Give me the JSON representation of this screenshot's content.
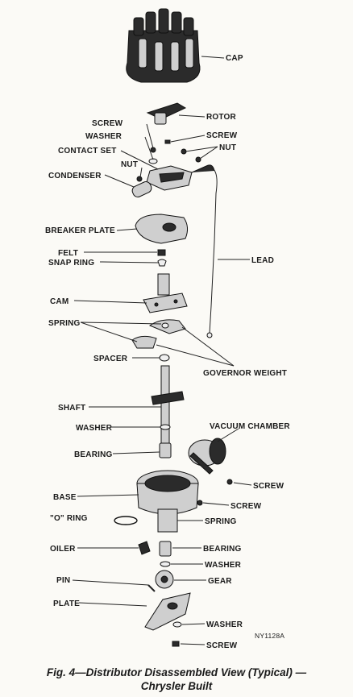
{
  "figure": {
    "labels": {
      "cap": "CAP",
      "rotor": "ROTOR",
      "screw_left": "SCREW",
      "screw_right": "SCREW",
      "washer_top": "WASHER",
      "nut_right": "NUT",
      "contact_set": "CONTACT SET",
      "nut_left": "NUT",
      "condenser": "CONDENSER",
      "breaker_plate": "BREAKER PLATE",
      "felt": "FELT",
      "snap_ring": "SNAP RING",
      "lead": "LEAD",
      "cam": "CAM",
      "spring_top": "SPRING",
      "spacer": "SPACER",
      "governor_weight": "GOVERNOR WEIGHT",
      "shaft": "SHAFT",
      "washer_mid": "WASHER",
      "vacuum_chamber": "VACUUM CHAMBER",
      "bearing_top": "BEARING",
      "base": "BASE",
      "screw_vac": "SCREW",
      "screw_base": "SCREW",
      "o_ring": "\"O\" RING",
      "spring_base": "SPRING",
      "oiler": "OILER",
      "bearing_bottom": "BEARING",
      "washer_lower": "WASHER",
      "pin": "PIN",
      "gear": "GEAR",
      "plate": "PLATE",
      "washer_bottom": "WASHER",
      "screw_bottom": "SCREW"
    },
    "reference_code": "NY1128A"
  },
  "caption": {
    "line1": "Fig. 4—Distributor Disassembled View (Typical) —",
    "line2": "Chrysler Built"
  }
}
